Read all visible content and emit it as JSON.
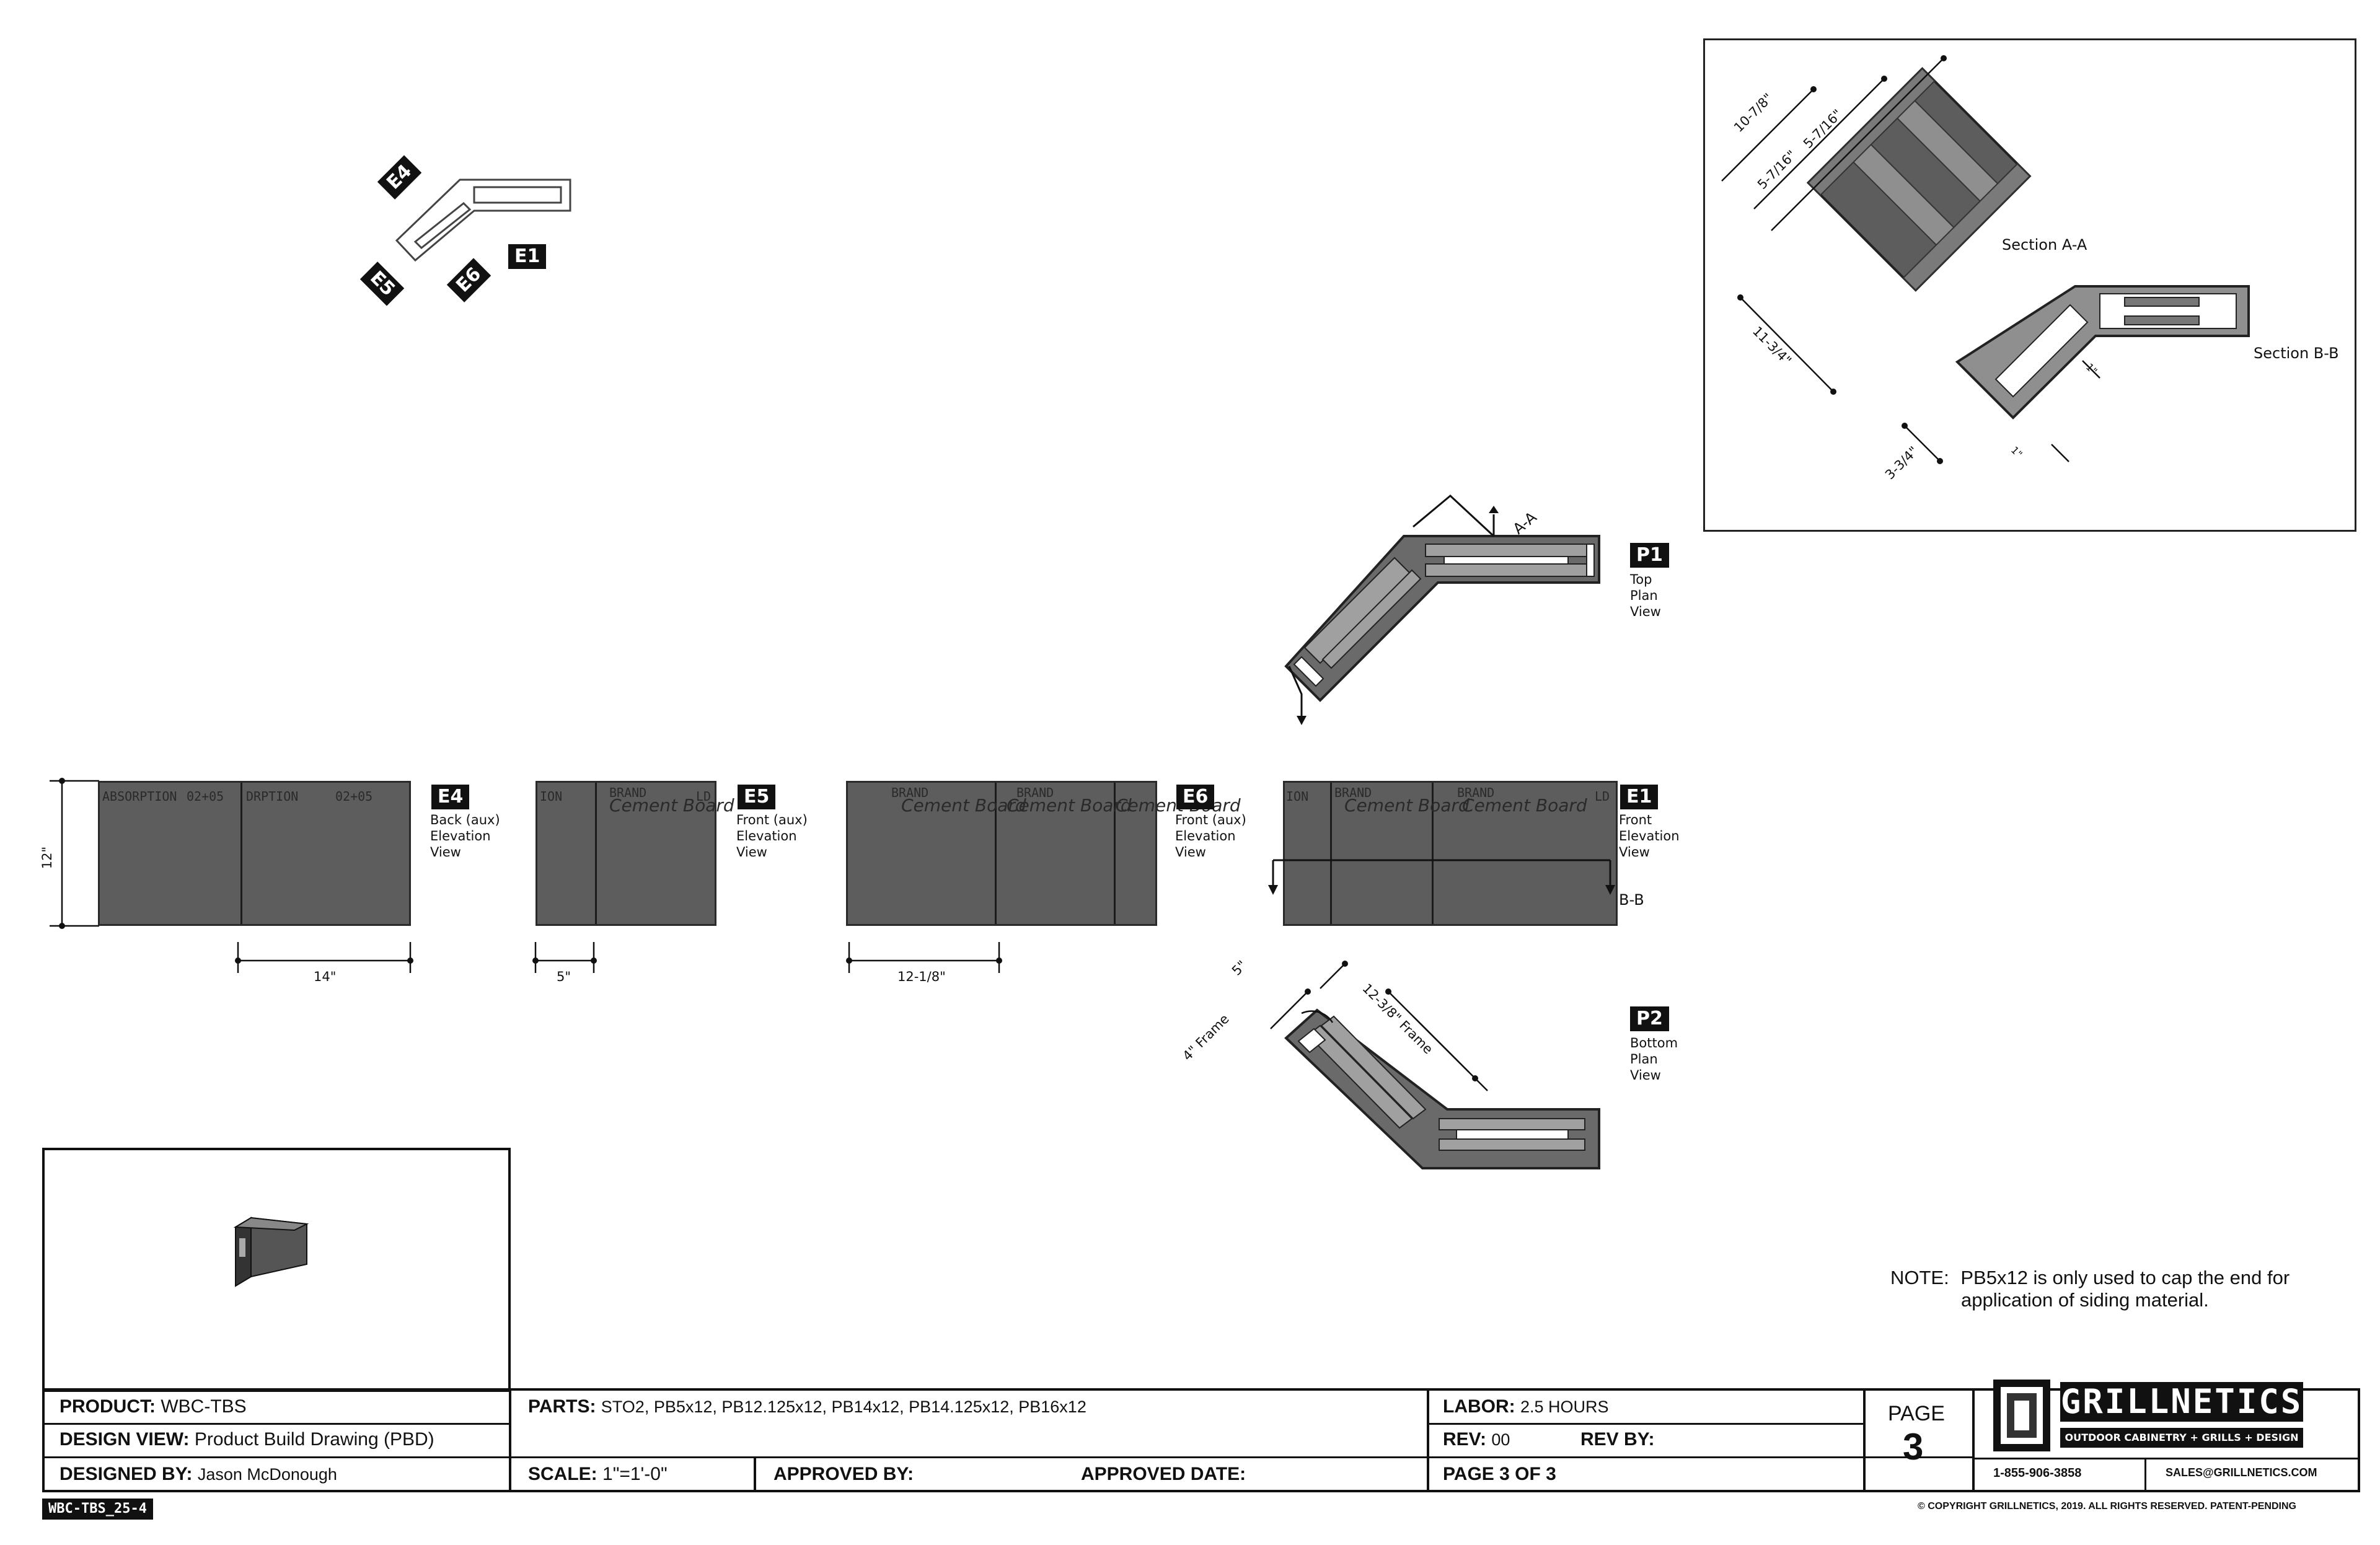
{
  "key_plan": {
    "markers": [
      "E4",
      "E1",
      "E5",
      "E6"
    ]
  },
  "section_box": {
    "section_a": "Section A-A",
    "section_b": "Section B-B",
    "dims": [
      "10-7/8\"",
      "5-7/16\"",
      "5-7/16\"",
      "11-3/4\"",
      "3-3/4\"",
      "1\"",
      "1\""
    ]
  },
  "plan_views": {
    "p1_tag": "P1",
    "p1_label": [
      "Top",
      "Plan",
      "View"
    ],
    "aa_mark": "A-A",
    "p2_tag": "P2",
    "p2_label": [
      "Bottom",
      "Plan",
      "View"
    ],
    "p2_dims": [
      "5\"",
      "12-3/8\" Frame",
      "4\" Frame"
    ]
  },
  "elevations": {
    "height_dim": "12\"",
    "e4": {
      "tag": "E4",
      "label": [
        "Back (aux)",
        "Elevation",
        "View"
      ],
      "dim": "14\"",
      "prints": [
        "ABSORPTION",
        "02+05",
        "DRPTION",
        "02+05"
      ]
    },
    "e5": {
      "tag": "E5",
      "label": [
        "Front (aux)",
        "Elevation",
        "View"
      ],
      "dim": "5\"",
      "prints": [
        "ION",
        "BRAND",
        "LD",
        "Cement Board"
      ]
    },
    "e6": {
      "tag": "E6",
      "label": [
        "Front (aux)",
        "Elevation",
        "View"
      ],
      "dim": "12-1/8\"",
      "prints": [
        "BRAND",
        "Cement Board",
        "BRAND",
        "Cement Board",
        "Cement Board"
      ]
    },
    "e1": {
      "tag": "E1",
      "label": [
        "Front",
        "Elevation",
        "View"
      ],
      "bb_mark": "B-B",
      "prints": [
        "ION",
        "BRAND",
        "Cement Board",
        "BRAND",
        "Cement Board",
        "LD"
      ]
    }
  },
  "note": {
    "label": "NOTE:",
    "text_line1": "PB5x12 is only used to cap the end for",
    "text_line2": "application of siding material."
  },
  "title_block": {
    "product_label": "PRODUCT:",
    "product_value": "WBC-TBS",
    "design_view_label": "DESIGN VIEW:",
    "design_view_value": "Product Build Drawing (PBD)",
    "designed_by_label": "DESIGNED BY:",
    "designed_by_value": "Jason McDonough",
    "parts_label": "PARTS:",
    "parts_value": "STO2, PB5x12,  PB12.125x12, PB14x12, PB14.125x12, PB16x12",
    "scale_label": "SCALE:",
    "scale_value": "1\"=1'-0\"",
    "approved_by_label": "APPROVED BY:",
    "approved_date_label": "APPROVED DATE:",
    "labor_label": "LABOR:",
    "labor_value": "2.5 HOURS",
    "rev_label": "REV:",
    "rev_value": "00",
    "rev_by_label": "REV  BY:",
    "page_of": "PAGE 3 OF 3",
    "page_label": "PAGE",
    "page_number": "3"
  },
  "brand": {
    "name": "GRILLNETICS",
    "tagline": "OUTDOOR CABINETRY + GRILLS + DESIGN",
    "phone": "1-855-906-3858",
    "email": "SALES@GRILLNETICS.COM",
    "copyright": "© COPYRIGHT GRILLNETICS, 2019. ALL RIGHTS RESERVED. PATENT-PENDING"
  },
  "drawing_id": "WBC-TBS_25-4",
  "colors": {
    "panel": "#5d5d5d",
    "frame_light": "#9a9a9a",
    "ink": "#111111"
  }
}
